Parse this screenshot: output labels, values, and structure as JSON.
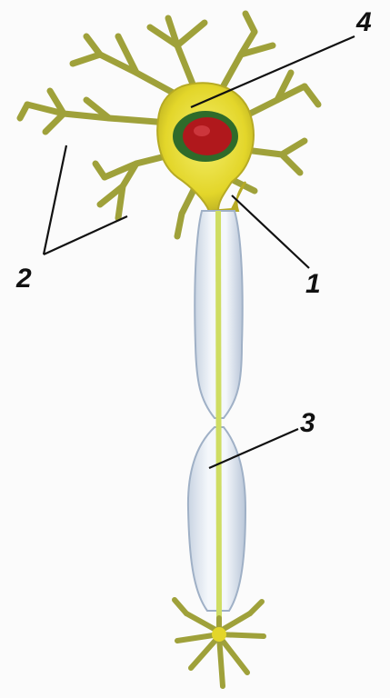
{
  "labels": {
    "nucleus": "4",
    "dendrites": "2",
    "axon_hillock": "1",
    "myelin_sheath": "3"
  },
  "colors": {
    "cell_body": "#e8dd2a",
    "dendrite": "#a8a83a",
    "nucleus": "#b0181c",
    "nucleus_ring": "#2f6b2a",
    "myelin": "#dde6f0",
    "axon_core": "#d6e27a",
    "pointer": "#111111"
  }
}
